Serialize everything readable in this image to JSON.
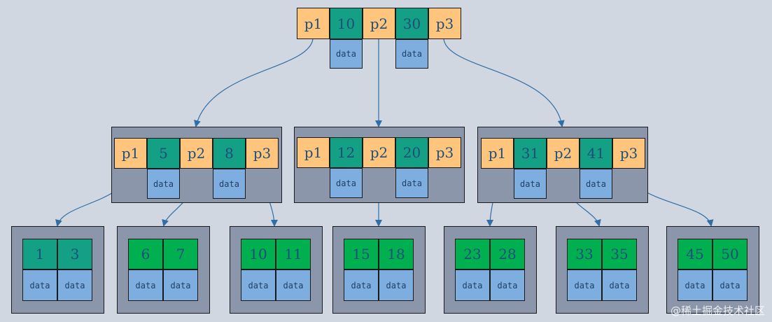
{
  "colors": {
    "background": "#d0d7e0",
    "node_box": "#8b96ab",
    "pointer": "#ffc57d",
    "key_internal": "#14a085",
    "key_leaf": "#00b050",
    "data": "#7eaedf",
    "arrow": "#2f6ea6"
  },
  "root": {
    "ptr1": "p1",
    "key1": "10",
    "ptr2": "p2",
    "key2": "30",
    "ptr3": "p3",
    "data1": "data",
    "data2": "data"
  },
  "internal": [
    {
      "ptr1": "p1",
      "key1": "5",
      "ptr2": "p2",
      "key2": "8",
      "ptr3": "p3",
      "data1": "data",
      "data2": "data"
    },
    {
      "ptr1": "p1",
      "key1": "12",
      "ptr2": "p2",
      "key2": "20",
      "ptr3": "p3",
      "data1": "data",
      "data2": "data"
    },
    {
      "ptr1": "p1",
      "key1": "31",
      "ptr2": "p2",
      "key2": "41",
      "ptr3": "p3",
      "data1": "data",
      "data2": "data"
    }
  ],
  "leaves": [
    {
      "key1": "1",
      "key2": "3",
      "data1": "data",
      "data2": "data"
    },
    {
      "key1": "6",
      "key2": "7",
      "data1": "data",
      "data2": "data"
    },
    {
      "key1": "10",
      "key2": "11",
      "data1": "data",
      "data2": "data"
    },
    {
      "key1": "15",
      "key2": "18",
      "data1": "data",
      "data2": "data"
    },
    {
      "key1": "23",
      "key2": "28",
      "data1": "data",
      "data2": "data"
    },
    {
      "key1": "33",
      "key2": "35",
      "data1": "data",
      "data2": "data"
    },
    {
      "key1": "45",
      "key2": "50",
      "data1": "data",
      "data2": "data"
    }
  ],
  "watermark": "@稀土掘金技术社区"
}
